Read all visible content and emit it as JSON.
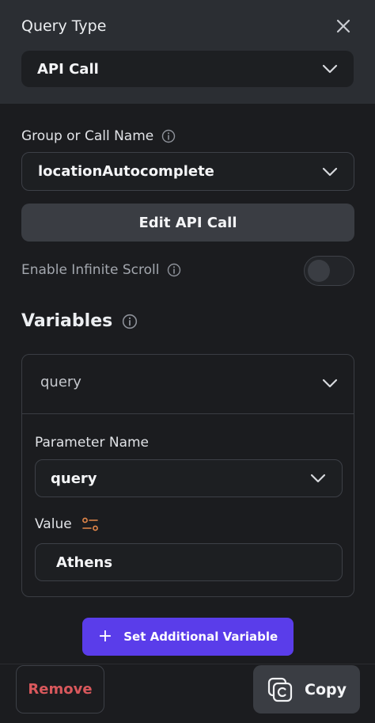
{
  "header": {
    "title": "Query Type",
    "query_type_value": "API Call"
  },
  "group": {
    "label": "Group or Call Name",
    "value": "locationAutocomplete",
    "edit_button": "Edit API Call"
  },
  "infinite_scroll": {
    "label": "Enable Infinite Scroll",
    "enabled": false
  },
  "variables": {
    "title": "Variables",
    "items": [
      {
        "name": "query",
        "parameter_label": "Parameter Name",
        "parameter_value": "query",
        "value_label": "Value",
        "value": "Athens"
      }
    ],
    "add_button": "Set Additional Variable"
  },
  "footer": {
    "remove_label": "Remove",
    "copy_label": "Copy"
  },
  "colors": {
    "accent": "#5a3dea",
    "danger": "#d9585c",
    "value_icon": "#e5884a"
  },
  "icons": {
    "close": "close-icon",
    "chevron": "chevron-down-icon",
    "info": "info-icon",
    "value_source": "sliders-icon",
    "plus": "plus-icon",
    "copy": "copy-icon"
  }
}
